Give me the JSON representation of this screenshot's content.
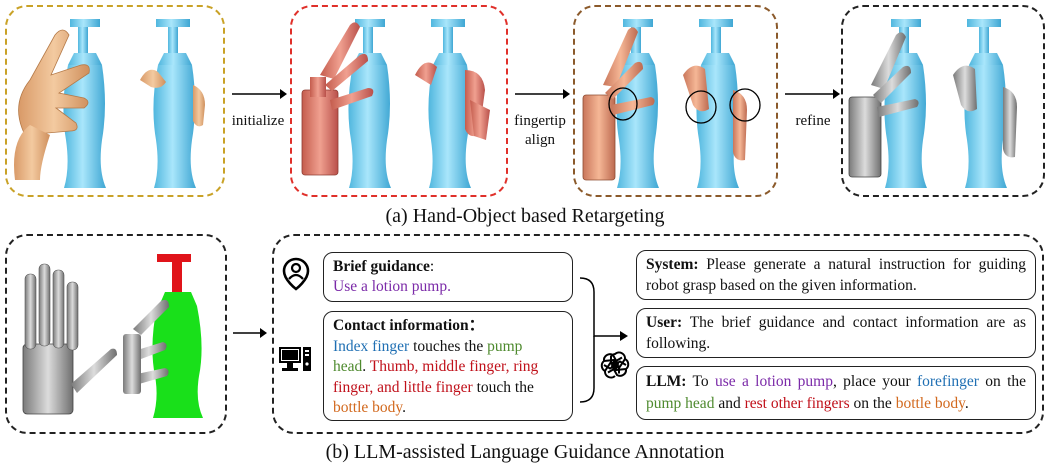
{
  "top": {
    "arrow_labels": {
      "initialize": "initialize",
      "fingertip_line1": "fingertip",
      "fingertip_line2": "align",
      "refine": "refine"
    },
    "caption": "(a) Hand-Object based Retargeting"
  },
  "bottom": {
    "brief": {
      "title": "Brief guidance",
      "colon": ":",
      "text": "Use a lotion pump."
    },
    "contact": {
      "title": "Contact information：",
      "p1": "Index finger",
      "p2": " touches the ",
      "p3": "pump",
      "p4": "head",
      "p5": ". ",
      "p6": "Thumb, middle finger, ring",
      "p7": "finger, and little finger",
      "p8": " touch the",
      "p9": "bottle body",
      "p10": "."
    },
    "system": {
      "label": "System:",
      "text": " Please generate a natural instruction for guiding robot grasp based on the given information."
    },
    "user": {
      "label": "User:",
      "text": " The brief guidance and contact information are as following."
    },
    "llm": {
      "label": "LLM:",
      "t1": " To ",
      "t2": "use a lotion pump",
      "t3": ", place your ",
      "t4": "forefinger",
      "t5": " on the ",
      "t6": "pump head",
      "t7": " and ",
      "t8": "rest other fingers",
      "t9": " on the ",
      "t10": "bottle body",
      "t11": "."
    },
    "caption": "(b) LLM-assisted Language Guidance Annotation"
  },
  "colors": {
    "box_human": "#c9a227",
    "box_init": "#e0302a",
    "box_align": "#8b5a2b",
    "box_refine": "#222222",
    "bottle": "#7fd3f2",
    "human_hand": "#e8b98c",
    "robot_init": "#e4806f",
    "robot_align": "#e59a78",
    "robot_refine": "#a8a8a8",
    "highlight_green": "#19e01a",
    "pump_red": "#e0141a"
  },
  "icons": [
    "location-person-icon",
    "desktop-computer-icon",
    "openai-logo-icon",
    "bracket-merge-arrow-icon"
  ]
}
